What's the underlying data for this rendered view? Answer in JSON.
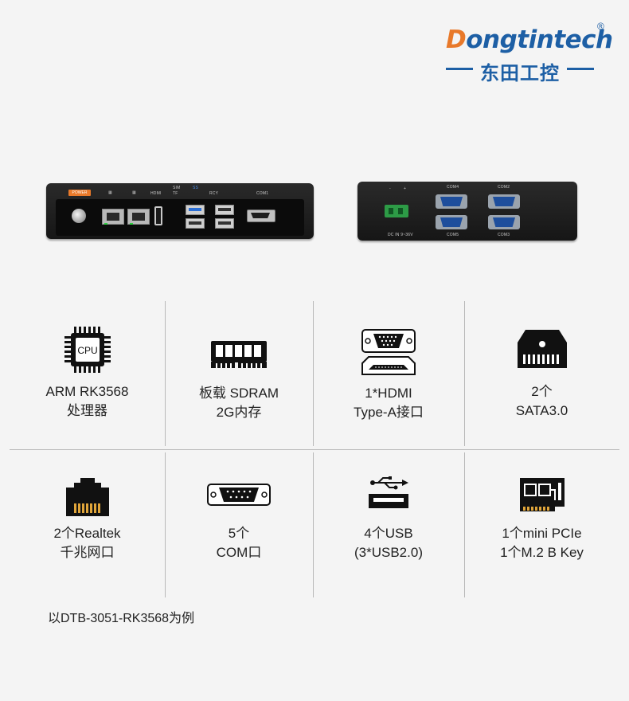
{
  "brand": {
    "name_first_letter": "D",
    "name_rest": "ongtintech",
    "registered_mark": "®",
    "chinese_name": "东田工控",
    "colors": {
      "accent": "#e8792a",
      "primary": "#1d5fa5"
    }
  },
  "front_panel_labels": {
    "power": "POWER",
    "hdmi": "HDMI",
    "sim": "SIM",
    "tf": "TF",
    "usb3": "SS",
    "rcy": "RCY",
    "com1": "COM1"
  },
  "rear_panel_labels": {
    "dc_in": "DC IN 9~36V",
    "com2": "COM2",
    "com3": "COM3",
    "com4": "COM4",
    "com5": "COM5",
    "minus": "-",
    "plus": "+"
  },
  "features": [
    {
      "icon": "cpu-icon",
      "icon_text": "CPU",
      "line1": "ARM RK3568",
      "line2": "处理器"
    },
    {
      "icon": "ram-icon",
      "line1": "板载 SDRAM",
      "line2": "2G内存"
    },
    {
      "icon": "hdmi-icon",
      "line1": "1*HDMI",
      "line2": "Type-A接口"
    },
    {
      "icon": "sata-icon",
      "line1": "2个",
      "line2": "SATA3.0"
    },
    {
      "icon": "ethernet-icon",
      "line1": "2个Realtek",
      "line2": "千兆网口"
    },
    {
      "icon": "com-port-icon",
      "line1": "5个",
      "line2": "COM口"
    },
    {
      "icon": "usb-icon",
      "line1": "4个USB",
      "line2": "(3*USB2.0)"
    },
    {
      "icon": "pcie-card-icon",
      "line1": "1个mini PCIe",
      "line2": "1个M.2 B Key"
    }
  ],
  "footnote": "以DTB-3051-RK3568为例"
}
